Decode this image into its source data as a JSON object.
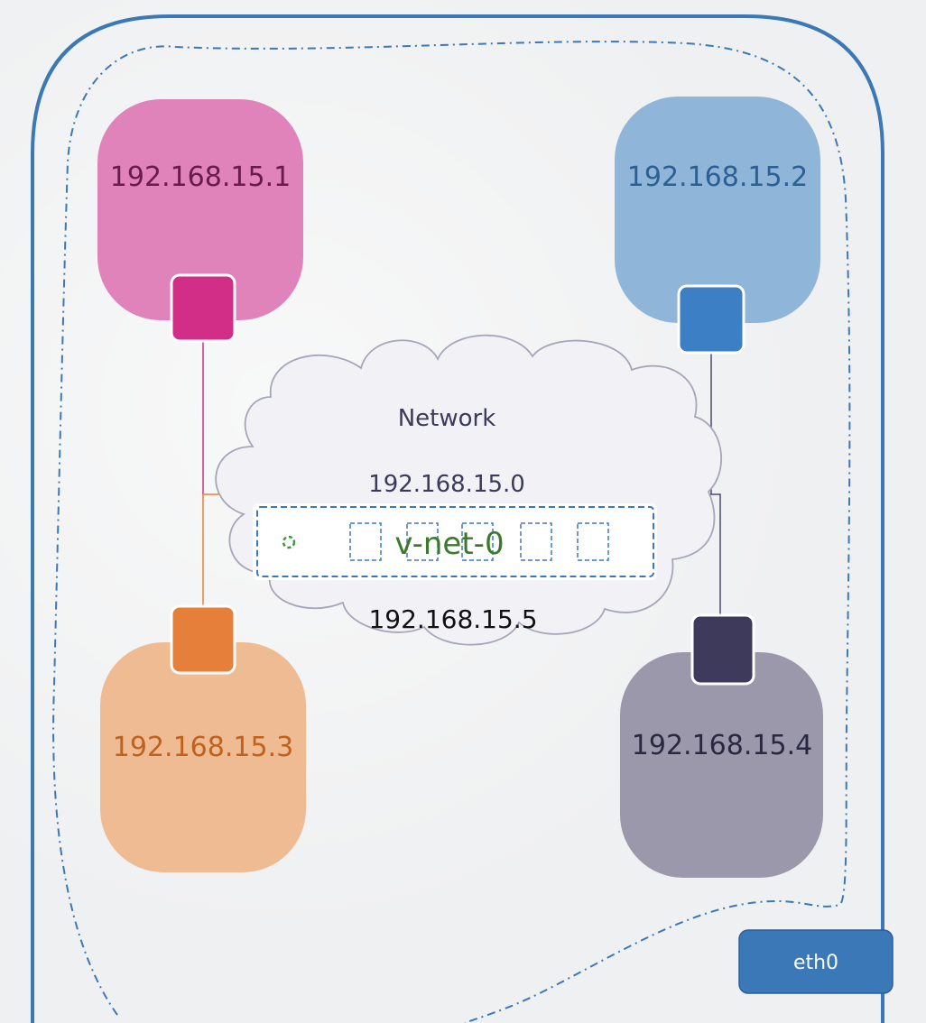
{
  "network": {
    "cloud_label": "Network",
    "subnet": "192.168.15.0",
    "switch_name": "v-net-0",
    "switch_ip": "192.168.15.5"
  },
  "namespaces": [
    {
      "id": "red",
      "ip": "192.168.15.1",
      "color": "#df83ba",
      "port_color": "#d22e87",
      "text_color": "#6a1b4d"
    },
    {
      "id": "blue",
      "ip": "192.168.15.2",
      "color": "#8fb6d8",
      "port_color": "#3d7fc4",
      "text_color": "#2c5f93"
    },
    {
      "id": "orange",
      "ip": "192.168.15.3",
      "color": "#efbb92",
      "port_color": "#e57f3a",
      "text_color": "#c0621e"
    },
    {
      "id": "purple",
      "ip": "192.168.15.4",
      "color": "#9b98ab",
      "port_color": "#3e3a5c",
      "text_color": "#2a2840"
    }
  ],
  "host": {
    "interface": "eth0",
    "border_color": "#3b78b8",
    "interface_color": "#3b78b8"
  }
}
